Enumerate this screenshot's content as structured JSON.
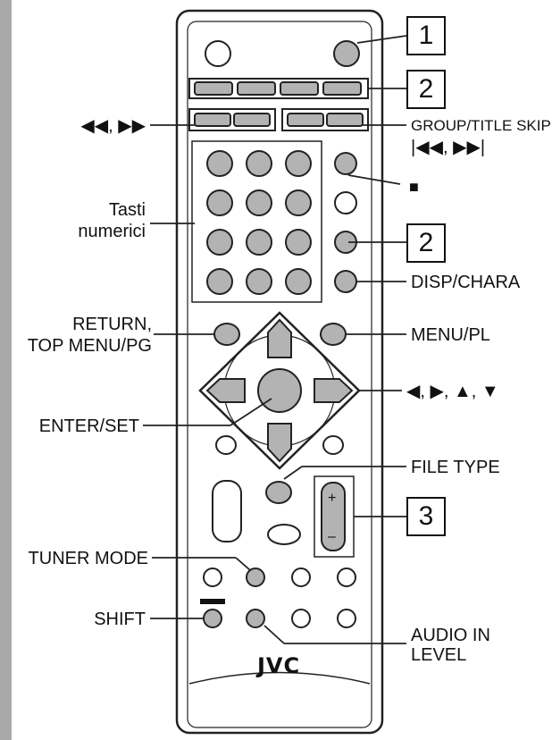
{
  "labels": {
    "rew_ff": "◀◀, ▶▶",
    "group_title_skip": "GROUP/TITLE SKIP",
    "skip_arrows": "|◀◀, ▶▶|",
    "stop": "■",
    "tasti": "Tasti",
    "numerici": "numerici",
    "disp_chara": "DISP/CHARA",
    "return": "RETURN,",
    "top_menu": "TOP MENU/PG",
    "menu_pl": "MENU/PL",
    "cursor_arrows": "◀, ▶, ▲, ▼",
    "enter_set": "ENTER/SET",
    "file_type": "FILE TYPE",
    "tuner_mode": "TUNER MODE",
    "shift": "SHIFT",
    "audio_in": "AUDIO IN",
    "level": "LEVEL"
  },
  "callouts": {
    "one": "1",
    "two_a": "2",
    "two_b": "2",
    "three": "3"
  },
  "remote": {
    "brand": "JVC",
    "vol_plus": "+",
    "vol_minus": "–"
  },
  "colors": {
    "button_gray": "#b3b3b3",
    "outline": "#222222",
    "strip": "#a9a9a9"
  }
}
